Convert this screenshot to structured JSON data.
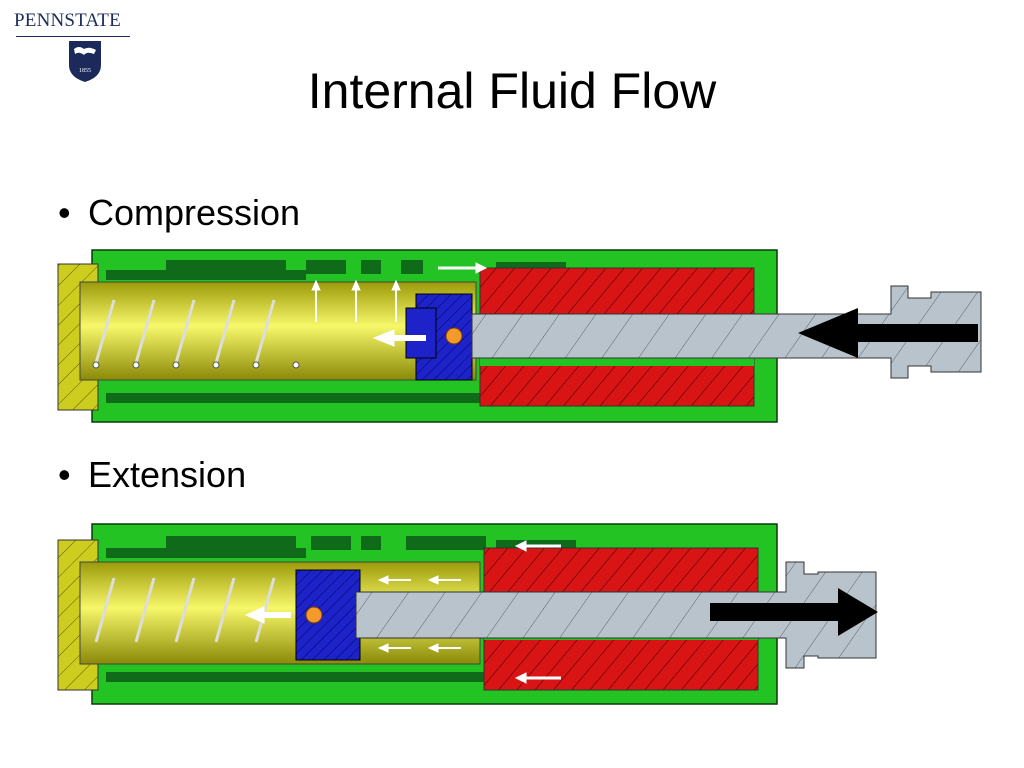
{
  "logo": {
    "wordmark": "PENNSTATE",
    "year": "1855"
  },
  "title": "Internal Fluid Flow",
  "bullets": [
    {
      "label": "Compression"
    },
    {
      "label": "Extension"
    }
  ],
  "colors": {
    "housing": "#22c322",
    "housing_dark": "#0f6a1a",
    "cylinder": "#dede18",
    "piston": "#1d23c8",
    "seal": "#d81414",
    "rod": "#b9c3cc",
    "orifice": "#f39a2a",
    "flow_arrow": "#ffffff",
    "motion_arrow": "#000000"
  },
  "diagrams": [
    {
      "name": "compression",
      "motion": "rod-in"
    },
    {
      "name": "extension",
      "motion": "rod-out"
    }
  ]
}
